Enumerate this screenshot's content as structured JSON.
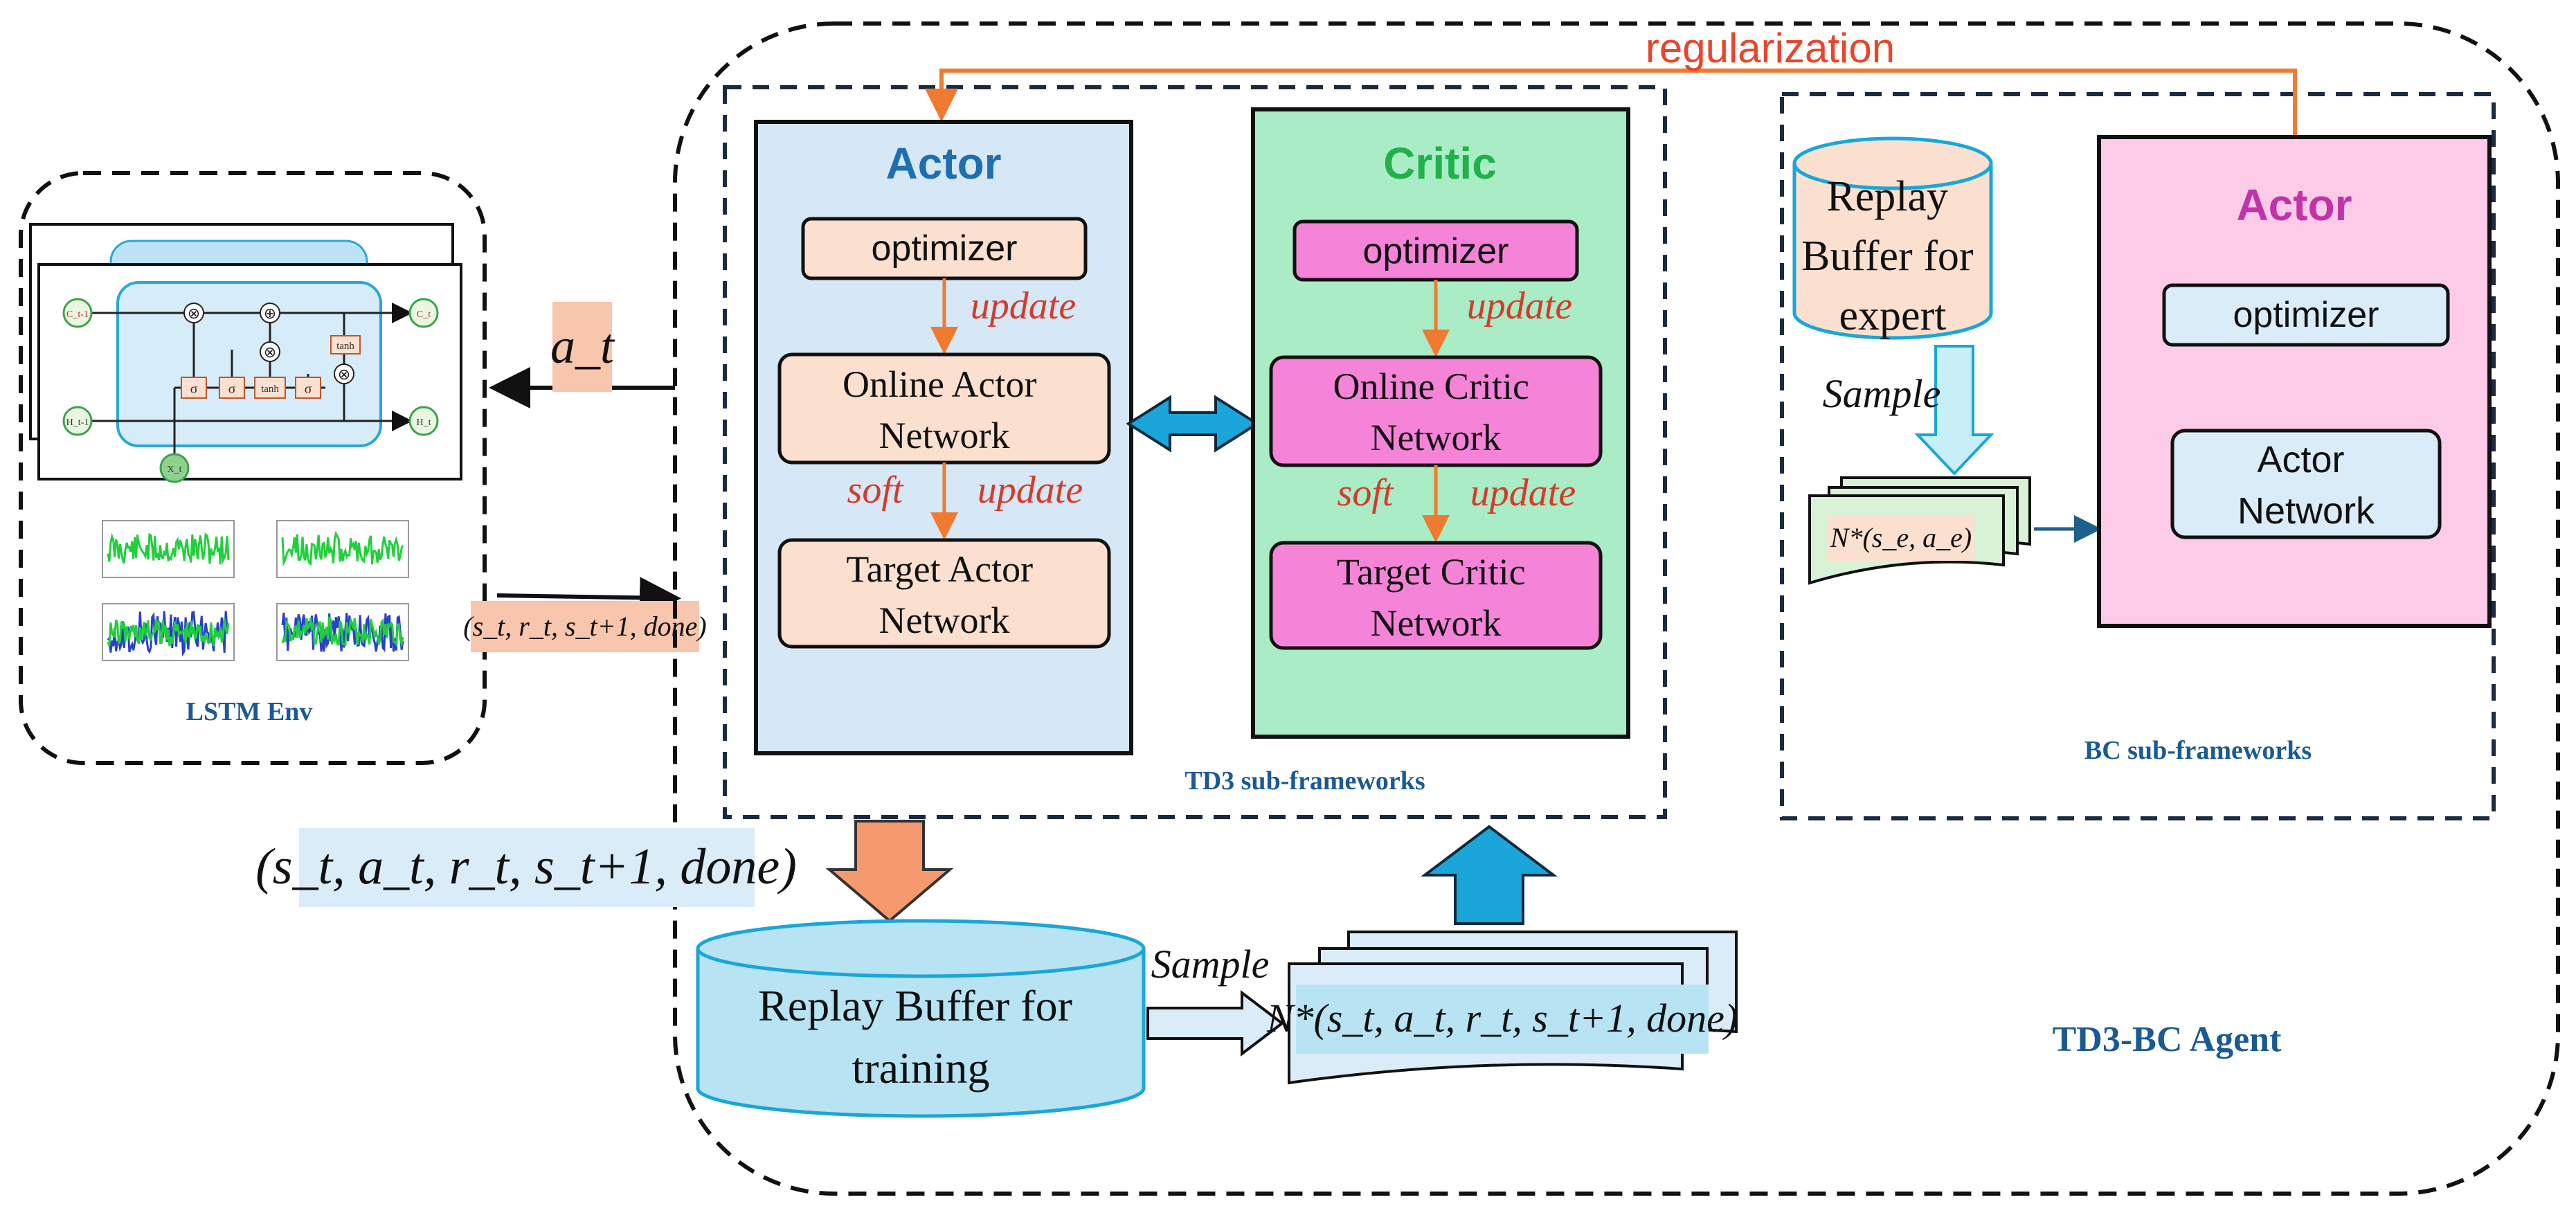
{
  "colors": {
    "dash": "#1b2a41",
    "orange_line": "#f07a30",
    "actor_bg": "#d6e8f6",
    "critic_bg": "#a9ecc6",
    "bc_bg": "#fbcbe8",
    "peach": "#fbe0d0",
    "pink": "#f584d9",
    "light_blue_box": "#d9ecf8",
    "navy_text": "#1a5a94",
    "actor_title": "#1f6fb0",
    "critic_title": "#21b14a",
    "bc_actor_title": "#c232a8",
    "red_label": "#d63a2a",
    "cyan_arrow": "#1aa6d8",
    "salmon_arrow": "#f59a6e",
    "light_arrow": "#c8eef8",
    "tuple_bg_blue": "#d9ecf8",
    "tuple_bg_salmon": "#f8c5ad"
  },
  "regularization_label": "regularization",
  "td3": {
    "caption": "TD3 sub-frameworks",
    "actor": {
      "title": "Actor",
      "optimizer": "optimizer",
      "update": "update",
      "online_line1": "Online Actor",
      "online_line2": "Network",
      "soft": "soft",
      "soft_update": "update",
      "target_line1": "Target Actor",
      "target_line2": "Network"
    },
    "critic": {
      "title": "Critic",
      "optimizer": "optimizer",
      "update": "update",
      "online_line1": "Online Critic",
      "online_line2": "Network",
      "soft": "soft",
      "soft_update": "update",
      "target_line1": "Target Critic",
      "target_line2": "Network"
    }
  },
  "bc": {
    "caption": "BC sub-frameworks",
    "buffer_line1": "Replay",
    "buffer_line2": "Buffer for",
    "buffer_line3": "expert",
    "sample": "Sample",
    "batch": "N*(s_e, a_e)",
    "actor_title": "Actor",
    "optimizer": "optimizer",
    "network_line1": "Actor",
    "network_line2": "Network"
  },
  "agent_caption": "TD3-BC Agent",
  "env": {
    "caption": "LSTM Env",
    "action_symbol": "a_t",
    "transition_small": "(s_t, r_t, s_t+1, done)",
    "lstm_labels": {
      "c_prev": "C_t-1",
      "c_t": "C_t",
      "h_prev": "H_t-1",
      "h_t": "H_t",
      "x_t": "X_t",
      "sigma": "σ",
      "tanh": "tanh",
      "times": "⊗",
      "plus": "⊕"
    }
  },
  "transition_large": "(s_t, a_t, r_t, s_t+1, done)",
  "replay_training_line1": "Replay Buffer for",
  "replay_training_line2": "training",
  "sample_bottom": "Sample",
  "batch_bottom": "N*(s_t, a_t, r_t, s_t+1, done)"
}
